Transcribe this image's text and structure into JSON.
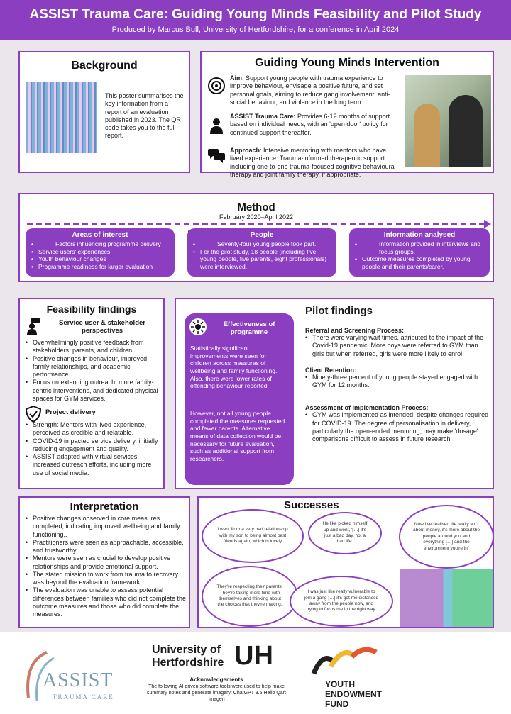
{
  "header": {
    "title": "ASSIST Trauma Care: Guiding Young Minds Feasibility and Pilot Study",
    "subtitle": "Produced by Marcus Bull, University of Hertfordshire, for a conference in April 2024"
  },
  "background": {
    "title": "Background",
    "text": "This poster summarises the key information from a report of an evaluation published in 2023. The QR code takes you to the full report."
  },
  "intervention": {
    "title": "Guiding Young Minds Intervention",
    "aim_label": "Aim",
    "aim_text": ": Support young people with trauma experience to improve behaviour, envisage a positive future, and set personal goals, aiming to reduce gang involvement, anti-social behaviour, and violence in the long term.",
    "assist_label": "ASSIST Trauma Care:",
    "assist_text": " Provides 6-12 months of support based on individual needs, with an 'open door' policy for continued support thereafter.",
    "approach_label": "Approach",
    "approach_text": ": Intensive mentoring with mentors who have lived experience. Trauma-informed therapeutic support including one-to-one trauma-focused cognitive behavioural therapy and joint family therapy, if appropriate."
  },
  "method": {
    "title": "Method",
    "dates": "February 2020–April 2022",
    "areas": {
      "title": "Areas of interest",
      "items": [
        "Factors influencing programme delivery",
        "Service users' experiences",
        "Youth behaviour changes",
        "Programme readiness for larger evaluation"
      ]
    },
    "people": {
      "title": "People",
      "items": [
        "Seventy-four young people took part.",
        "For the pilot study, 18 people (including five young people, five parents, eight professionals) were interviewed."
      ]
    },
    "info": {
      "title": "Information analysed",
      "items": [
        "Information provided in interviews and focus groups.",
        "Outcome measures completed by young people and their parents/carer."
      ]
    }
  },
  "feasibility": {
    "title": "Feasibility findings",
    "service_title": "Service user & stakeholder perspectives",
    "service_items": [
      "Overwhelmingly positive feedback from stakeholders, parents, and children.",
      "Positive changes in behaviour, improved family relationships, and academic performance.",
      "Focus on extending outreach, more family-centric interventions, and dedicated physical spaces for GYM services."
    ],
    "delivery_title": "Project delivery",
    "delivery_items": [
      "Strength: Mentors with lived experience, perceived as credible and relatable.",
      "COVID-19 impacted service delivery, initially reducing engagement and quality.",
      "ASSIST adapted with virtual services, increased outreach efforts, including more use of social media."
    ]
  },
  "effectiveness": {
    "title": "Effectiveness of programme",
    "para1": "Statistically significant improvements were seen for children across measures of wellbeing and family functioning. Also, there were lower rates of offending behaviour reported.",
    "para2": "However, not all young people completed the measures requested and fewer parents. Alternative means of data collection would be necessary for future evaluation, such as additional support from researchers."
  },
  "pilot": {
    "title": "Pilot findings",
    "referral_title": "Referral and Screening Process:",
    "referral_items": [
      "There were varying wait times, attributed to the impact of the Covid-19 pandemic. More boys were referred to GYM than girls but when referred, girls were more likely to enrol."
    ],
    "retention_title": "Client Retention:",
    "retention_items": [
      "Ninety-three percent of young people stayed engaged with GYM for 12 months."
    ],
    "implementation_title": "Assessment of Implementation Process:",
    "implementation_items": [
      "GYM was implemented as intended, despite changes required for COVID-19. The degree of personalisation in delivery, particularly the open-ended mentoring, may make 'dosage' comparisons difficult to assess in future research."
    ]
  },
  "interpretation": {
    "title": "Interpretation",
    "items": [
      "Positive changes observed in core measures completed, indicating improved wellbeing and family functioning,.",
      "Practitioners were seen as approachable, accessible, and trustworthy.",
      "Mentors were seen as crucial to develop positive relationships and provide emotional support.",
      "The stated mission to work from trauma to recovery was beyond the evaluation framework.",
      "The evaluation was unable to assess potential differences between families who did not complete the outcome measures and those who did complete the measures."
    ]
  },
  "successes": {
    "title": "Successes",
    "quotes": [
      "I went from a very bad relationship with my son to being almost best friends again, which is lovely",
      "He like picked himself up and went, '[…] it's just a bad day, not a bad life.",
      "Now I've realised life really ain't about money, it's more about the people around you and everything […] and the environment you're in\"",
      "They're respecting their parents. They're taking more time with themselves and thinking about the choices that they're making.",
      "I was just like really vulnerable to join a gang […] it's got me distanced away from the people now, and trying to focus me in the right way."
    ]
  },
  "footer": {
    "assist_logo": "ASSIST",
    "assist_sub": "TRAUMA CARE",
    "uni_name_1": "University of",
    "uni_name_2": "Hertfordshire",
    "uni_mark": "UH",
    "ack_title": "Acknowledgements",
    "ack_text": "The following AI driven software tools were used to help make summary notes and generate imagery: ChatGPT 3.5   Hello Qart   Imagen",
    "yef_1": "YOUTH",
    "yef_2": "ENDOWMENT",
    "yef_3": "FUND"
  },
  "colors": {
    "accent": "#8b3fc0",
    "background": "#ebe5ec"
  }
}
